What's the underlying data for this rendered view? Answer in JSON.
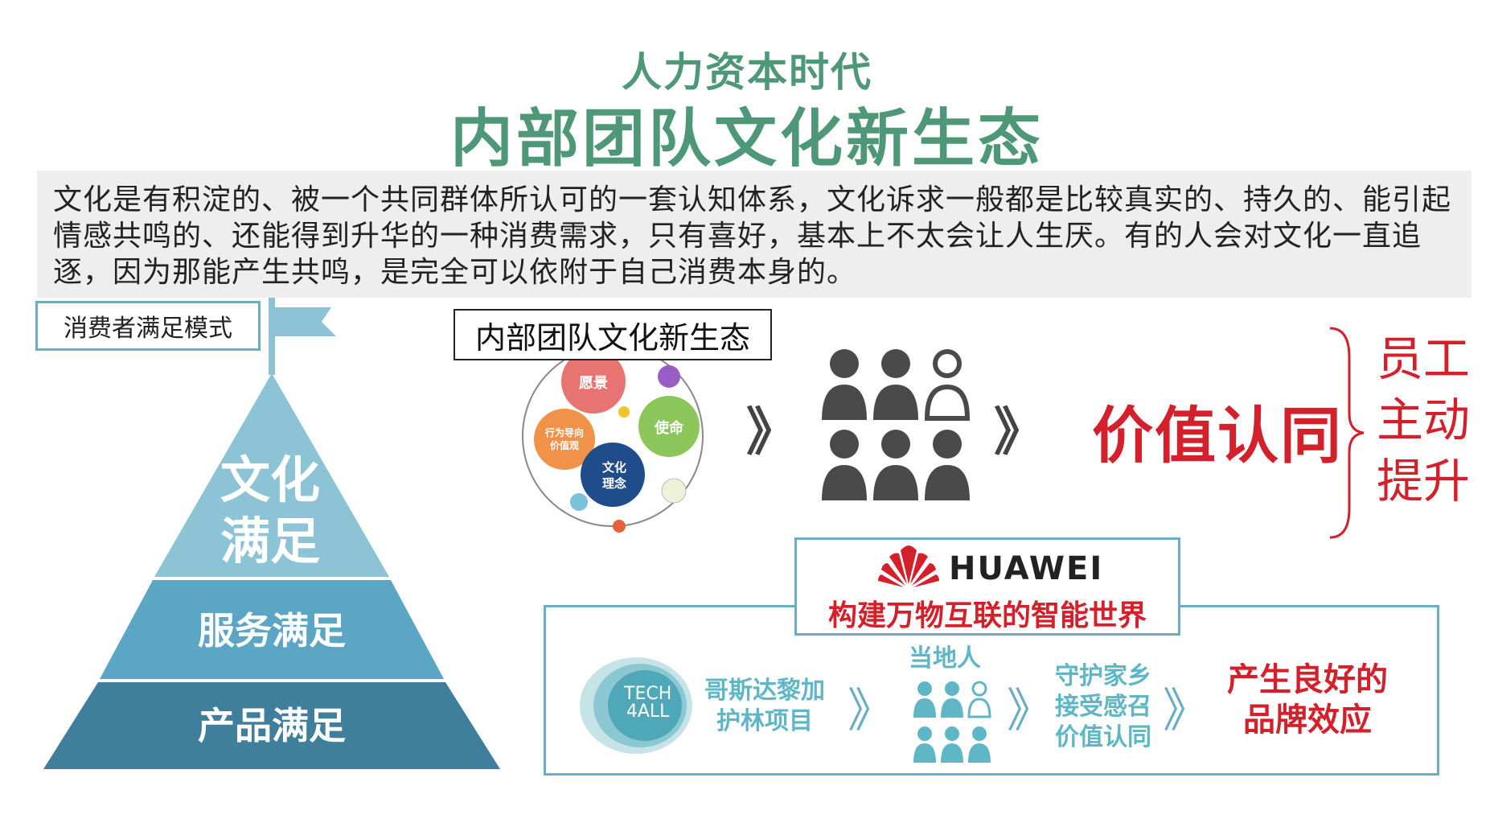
{
  "header": {
    "subtitle": "人力资本时代",
    "title": "内部团队文化新生态"
  },
  "intro": {
    "text": "文化是有积淀的、被一个共同群体所认可的一套认知体系，文化诉求一般都是比较真实的、持久的、能引起情感共鸣的、还能得到升华的一种消费需求，只有喜好，基本上不太会让人生厌。有的人会对文化一直追逐，因为那能产生共鸣，是完全可以依附于自己消费本身的。"
  },
  "pyramid": {
    "label": "消费者满足模式",
    "top_line1": "文化",
    "top_line2": "满足",
    "middle": "服务满足",
    "bottom": "产品满足",
    "colors": {
      "top": "#8cc4d6",
      "middle": "#5aa6c4",
      "bottom": "#3f7f9c",
      "flag": "#8cc4d6"
    }
  },
  "ecosystem": {
    "label": "内部团队文化新生态",
    "bubbles": {
      "vision": "愿景",
      "mission": "使命",
      "values_line1": "行为导向",
      "values_line2": "价值观",
      "culture_line1": "文化",
      "culture_line2": "理念"
    }
  },
  "flow": {
    "chevron": "》",
    "result": "价值认同",
    "side_lines": [
      "员工",
      "主动",
      "提升"
    ]
  },
  "huawei": {
    "brand": "HUAWEI",
    "slogan": "构建万物互联的智能世界"
  },
  "case": {
    "logo_line1": "TECH",
    "logo_line2": "4ALL",
    "project_line1": "哥斯达黎加",
    "project_line2": "护林项目",
    "locals": "当地人",
    "effect_lines": [
      "守护家乡",
      "接受感召",
      "价值认同"
    ],
    "result_line1": "产生良好的",
    "result_line2": "品牌效应"
  }
}
